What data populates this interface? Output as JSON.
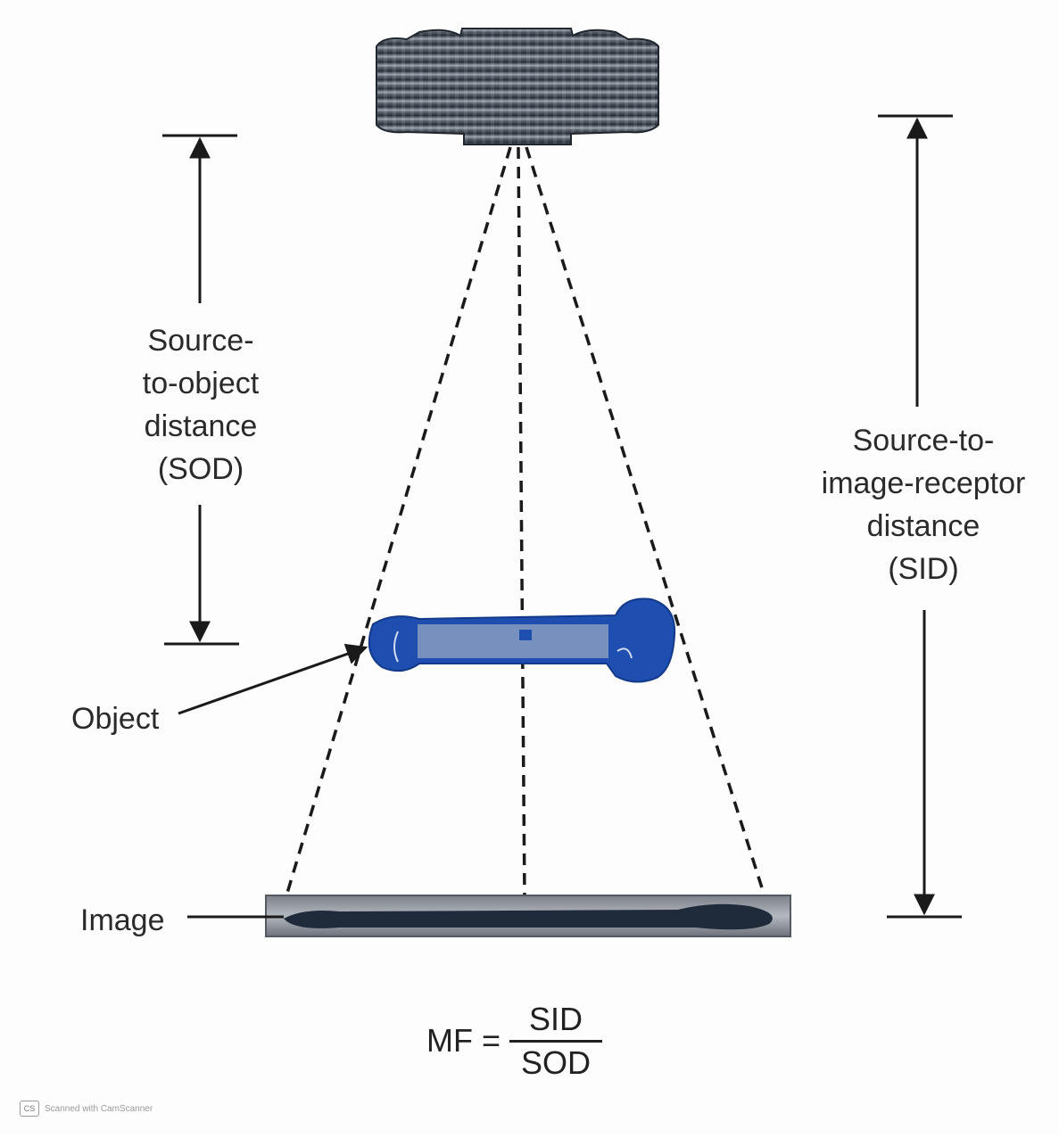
{
  "labels": {
    "sod": [
      "Source-",
      "to-object",
      "distance",
      "(SOD)"
    ],
    "sid": [
      "Source-to-",
      "image-receptor",
      "distance",
      "(SID)"
    ],
    "object": "Object",
    "image": "Image"
  },
  "formula": {
    "lhs": "MF =",
    "numerator": "SID",
    "denominator": "SOD"
  },
  "watermark": {
    "logo": "CS",
    "text": "Scanned with CamScanner"
  },
  "colors": {
    "object_blue": "#1e4fb0",
    "object_shaft": "#6a86b8",
    "tube_dark": "#3c4450",
    "receptor_gray": "#8a8f97",
    "line": "#1a1a1a"
  }
}
